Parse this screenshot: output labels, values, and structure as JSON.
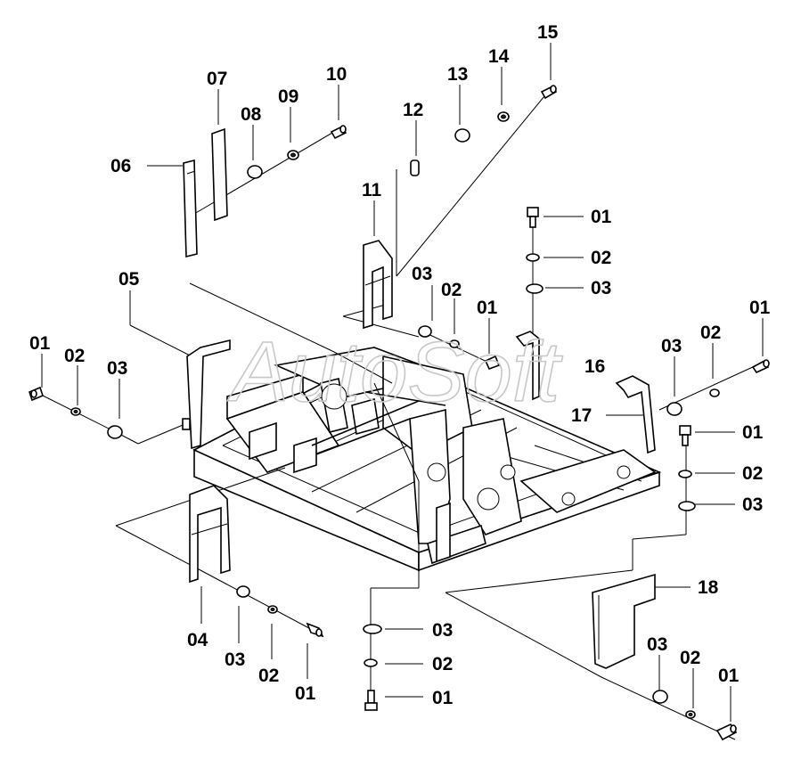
{
  "watermark": "AutoSoft",
  "callouts": [
    {
      "id": "c06",
      "label": "06"
    },
    {
      "id": "c07",
      "label": "07"
    },
    {
      "id": "c08",
      "label": "08"
    },
    {
      "id": "c09",
      "label": "09"
    },
    {
      "id": "c10",
      "label": "10"
    },
    {
      "id": "c11",
      "label": "11"
    },
    {
      "id": "c12",
      "label": "12"
    },
    {
      "id": "c13",
      "label": "13"
    },
    {
      "id": "c14",
      "label": "14"
    },
    {
      "id": "c15",
      "label": "15"
    },
    {
      "id": "c01a",
      "label": "01"
    },
    {
      "id": "c02a",
      "label": "02"
    },
    {
      "id": "c03a",
      "label": "03"
    },
    {
      "id": "c05",
      "label": "05"
    },
    {
      "id": "c03b",
      "label": "03"
    },
    {
      "id": "c02b",
      "label": "02"
    },
    {
      "id": "c01b",
      "label": "01"
    },
    {
      "id": "c01c",
      "label": "01"
    },
    {
      "id": "c02c",
      "label": "02"
    },
    {
      "id": "c03c",
      "label": "03"
    },
    {
      "id": "c01d",
      "label": "01"
    },
    {
      "id": "c02d",
      "label": "02"
    },
    {
      "id": "c03d",
      "label": "03"
    },
    {
      "id": "c16",
      "label": "16"
    },
    {
      "id": "c17",
      "label": "17"
    },
    {
      "id": "c01e",
      "label": "01"
    },
    {
      "id": "c02e",
      "label": "02"
    },
    {
      "id": "c03e",
      "label": "03"
    },
    {
      "id": "c18",
      "label": "18"
    },
    {
      "id": "c04",
      "label": "04"
    },
    {
      "id": "c03f",
      "label": "03"
    },
    {
      "id": "c02f",
      "label": "02"
    },
    {
      "id": "c01f",
      "label": "01"
    },
    {
      "id": "c03g",
      "label": "03"
    },
    {
      "id": "c02g",
      "label": "02"
    },
    {
      "id": "c01g",
      "label": "01"
    },
    {
      "id": "c03h",
      "label": "03"
    },
    {
      "id": "c02h",
      "label": "02"
    },
    {
      "id": "c01h",
      "label": "01"
    }
  ]
}
